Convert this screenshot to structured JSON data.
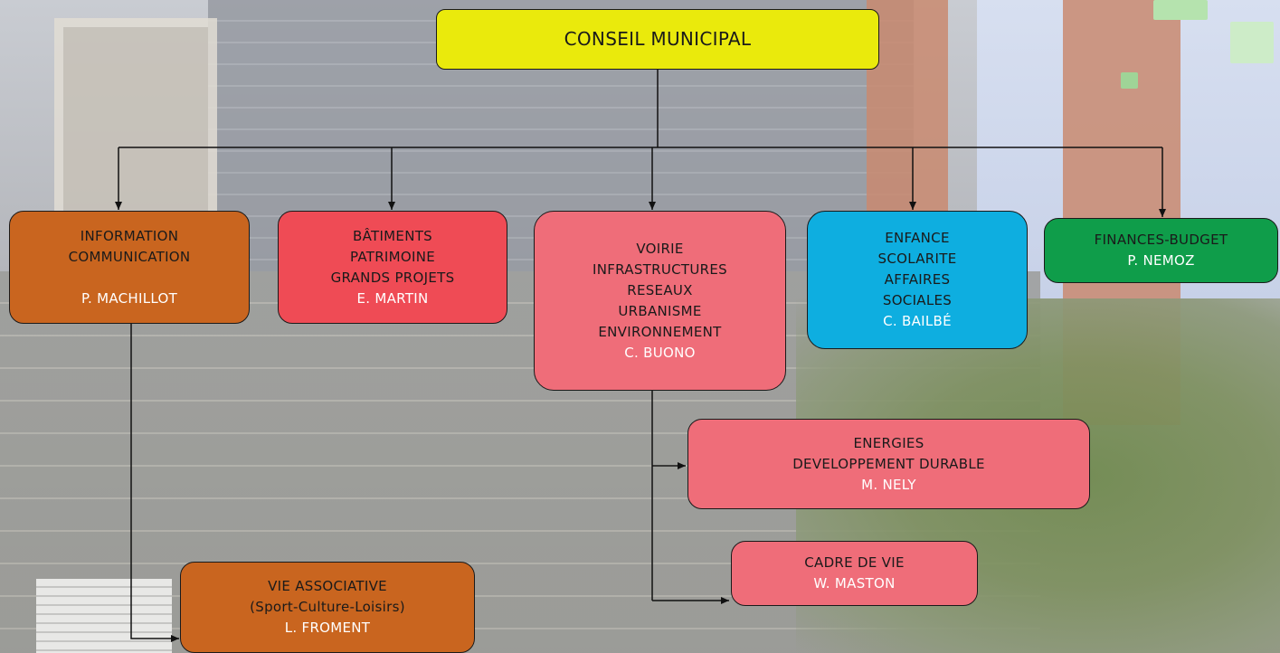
{
  "chart_data": {
    "type": "org-chart",
    "root": {
      "title": "CONSEIL MUNICIPAL",
      "color": "#eaea0c"
    },
    "departments": [
      {
        "lines": [
          "INFORMATION",
          "COMMUNICATION"
        ],
        "person": "P. MACHILLOT",
        "color": "#c9651f"
      },
      {
        "lines": [
          "BÂTIMENTS",
          "PATRIMOINE",
          "GRANDS PROJETS"
        ],
        "person": "E. MARTIN",
        "color": "#ef4b55"
      },
      {
        "lines": [
          "VOIRIE",
          "INFRASTRUCTURES",
          "RESEAUX",
          "URBANISME",
          "ENVIRONNEMENT"
        ],
        "person": "C. BUONO",
        "color": "#ef6d79"
      },
      {
        "lines": [
          "ENFANCE",
          "SCOLARITE",
          "AFFAIRES",
          "SOCIALES"
        ],
        "person": "C. BAILBÉ",
        "color": "#0eaee0"
      },
      {
        "lines": [
          "FINANCES-BUDGET"
        ],
        "person": "P. NEMOZ",
        "color": "#0f9d4a"
      }
    ],
    "sub_departments": [
      {
        "parent": "INFORMATION COMMUNICATION",
        "lines": [
          "VIE ASSOCIATIVE",
          "(Sport-Culture-Loisirs)"
        ],
        "person": "L. FROMENT",
        "color": "#c9651f"
      },
      {
        "parent": "VOIRIE",
        "lines": [
          "ENERGIES",
          "DEVELOPPEMENT DURABLE"
        ],
        "person": "M. NELY",
        "color": "#ef6d79"
      },
      {
        "parent": "VOIRIE",
        "lines": [
          "CADRE DE VIE"
        ],
        "person": "W. MASTON",
        "color": "#ef6d79"
      }
    ]
  }
}
